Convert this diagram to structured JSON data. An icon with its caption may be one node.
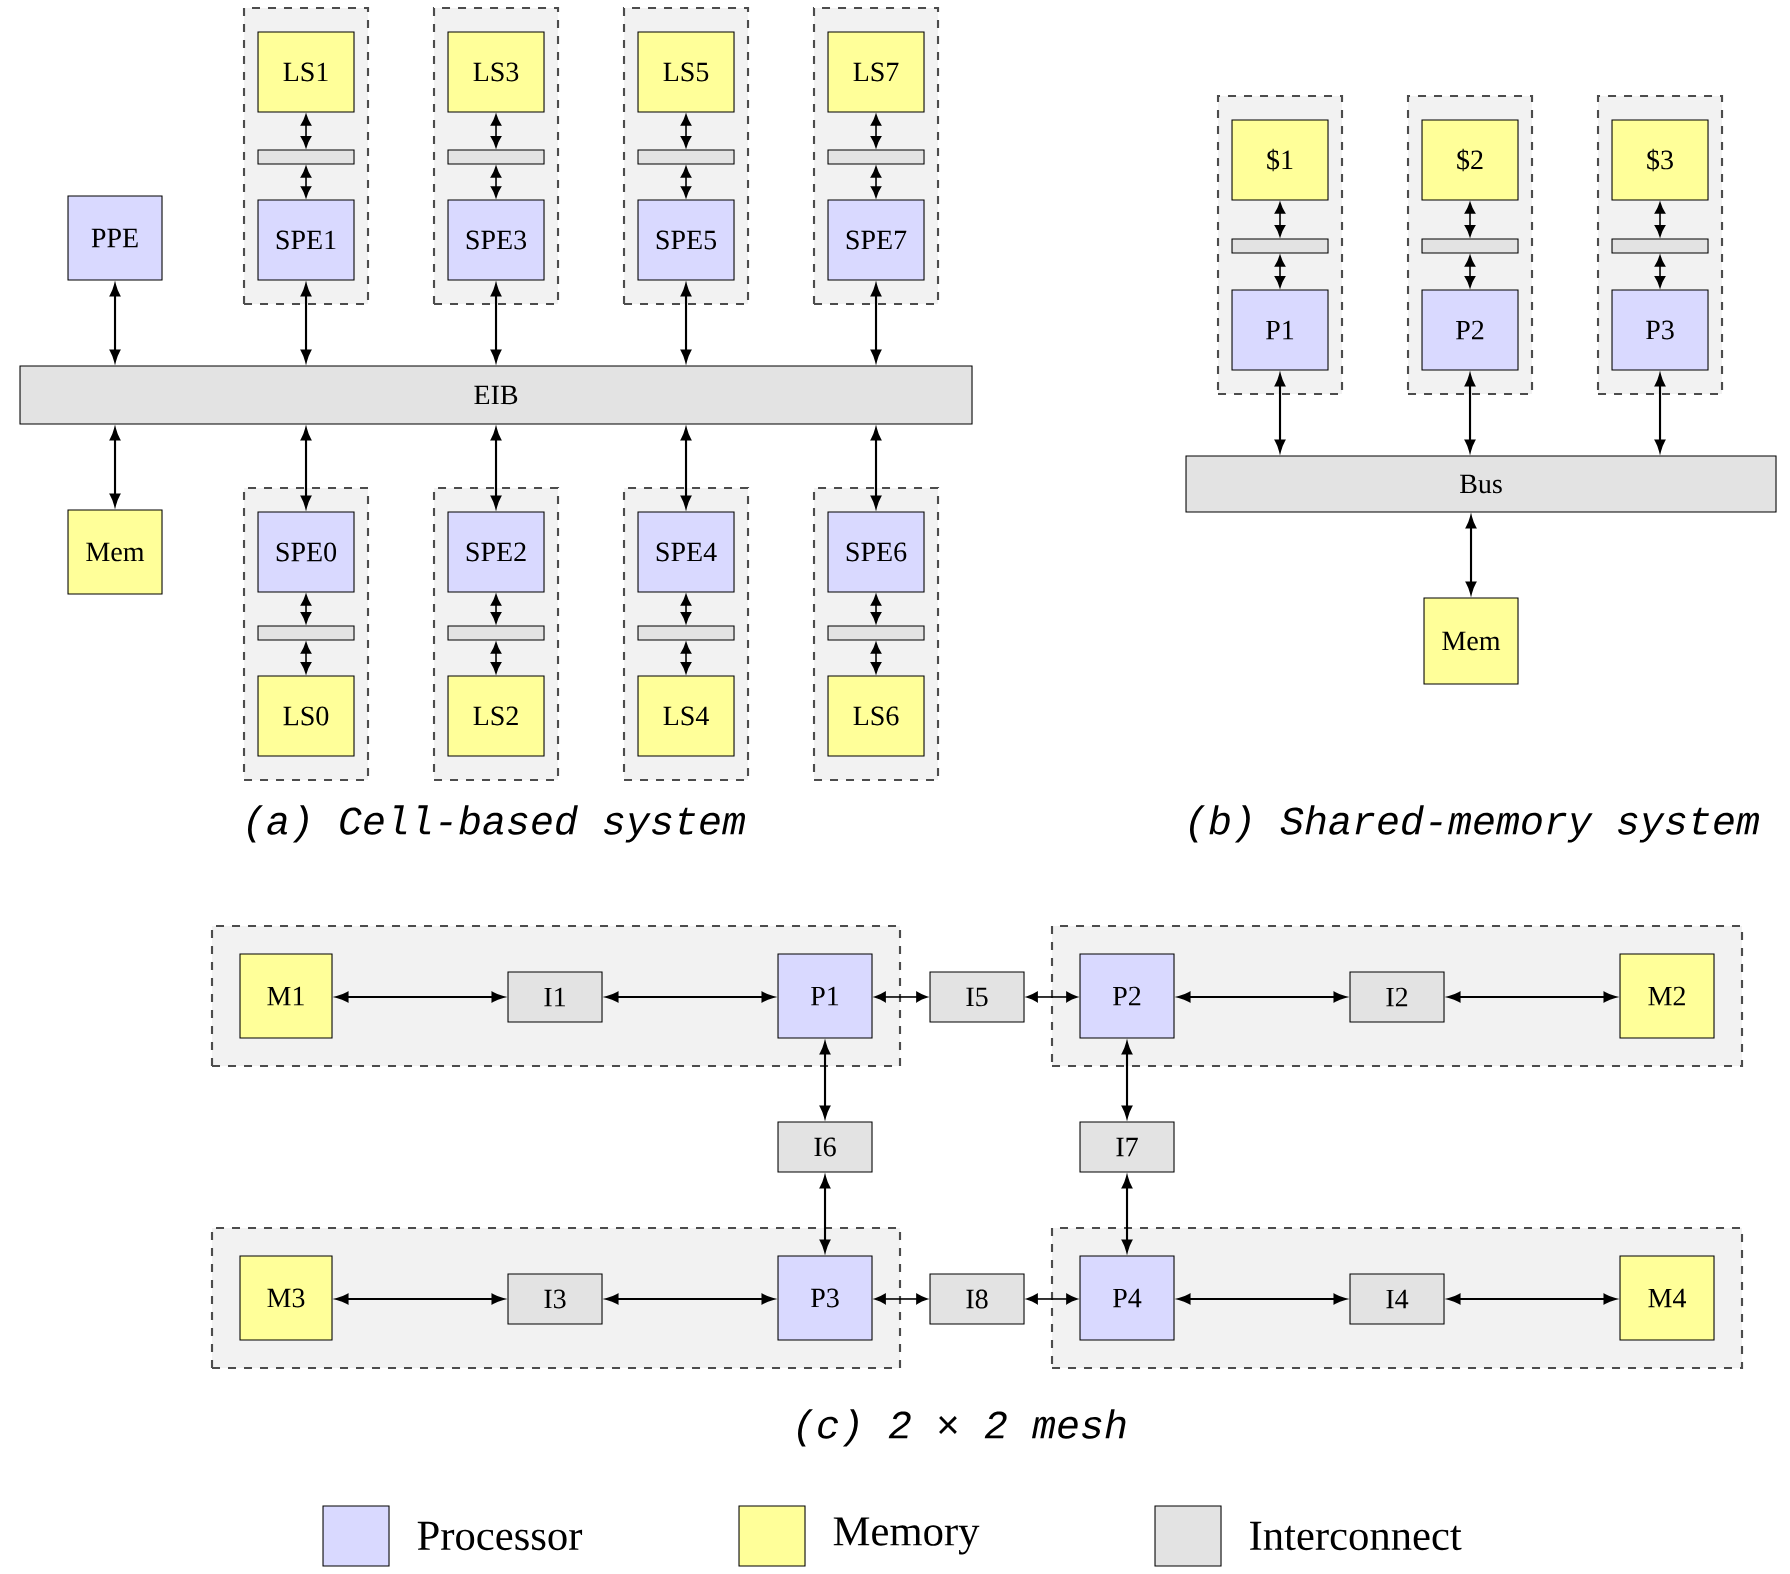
{
  "diagram": {
    "nodes": [
      {
        "text": [
          "PPE"
        ]
      },
      {
        "text": [],
        "shape": "box"
      },
      {
        "text": [
          "LS1"
        ],
        "in": 1
      },
      {
        "text": [],
        "shape": "bar",
        "in": 1
      },
      {
        "text": [
          "SPE1"
        ],
        "in": 1
      },
      {
        "text": [],
        "shape": "box"
      },
      {
        "text": [
          "LS3"
        ],
        "in": 5
      },
      {
        "text": [],
        "shape": "bar",
        "in": 5
      },
      {
        "text": [
          "SPE3"
        ],
        "in": 5
      },
      {
        "text": [],
        "shape": "box"
      },
      {
        "text": [
          "LS5"
        ],
        "in": 9
      },
      {
        "text": [],
        "shape": "bar",
        "in": 9
      },
      {
        "text": [
          "SPE5"
        ],
        "in": 9
      },
      {
        "text": [],
        "shape": "box"
      },
      {
        "text": [
          "LS7"
        ],
        "in": 13
      },
      {
        "text": [],
        "shape": "bar",
        "in": 13
      },
      {
        "text": [
          "SPE7"
        ],
        "in": 13
      },
      {
        "text": [
          "EIB"
        ]
      },
      {
        "text": [
          "Mem"
        ]
      },
      {
        "text": [],
        "shape": "box"
      },
      {
        "text": [
          "SPE0"
        ],
        "in": 19
      },
      {
        "text": [],
        "shape": "bar",
        "in": 19
      },
      {
        "text": [
          "LS0"
        ],
        "in": 19
      },
      {
        "text": [],
        "shape": "box"
      },
      {
        "text": [
          "SPE2"
        ],
        "in": 23
      },
      {
        "text": [],
        "shape": "bar",
        "in": 23
      },
      {
        "text": [
          "LS2"
        ],
        "in": 23
      },
      {
        "text": [],
        "shape": "box"
      },
      {
        "text": [
          "SPE4"
        ],
        "in": 27
      },
      {
        "text": [],
        "shape": "bar",
        "in": 27
      },
      {
        "text": [
          "LS4"
        ],
        "in": 27
      },
      {
        "text": [],
        "shape": "box"
      },
      {
        "text": [
          "SPE6"
        ],
        "in": 31
      },
      {
        "text": [],
        "shape": "bar",
        "in": 31
      },
      {
        "text": [
          "LS6"
        ],
        "in": 31
      },
      {
        "text": [],
        "shape": "box"
      },
      {
        "text": [
          "$1"
        ],
        "in": 35
      },
      {
        "text": [],
        "shape": "bar",
        "in": 35
      },
      {
        "text": [
          "P1"
        ],
        "in": 35
      },
      {
        "text": [],
        "shape": "box"
      },
      {
        "text": [
          "$2"
        ],
        "in": 39
      },
      {
        "text": [],
        "shape": "bar",
        "in": 39
      },
      {
        "text": [
          "P2"
        ],
        "in": 39
      },
      {
        "text": [],
        "shape": "box"
      },
      {
        "text": [
          "$3"
        ],
        "in": 43
      },
      {
        "text": [],
        "shape": "bar",
        "in": 43
      },
      {
        "text": [
          "P3"
        ],
        "in": 43
      },
      {
        "text": [
          "Bus"
        ]
      },
      {
        "text": [
          "Mem"
        ]
      },
      {
        "text": [],
        "shape": "box"
      },
      {
        "text": [
          "M1"
        ],
        "in": 49
      },
      {
        "text": [
          "I1"
        ],
        "in": 49
      },
      {
        "text": [
          "P1"
        ],
        "in": 49
      },
      {
        "text": [
          "I5"
        ]
      },
      {
        "text": [],
        "shape": "box"
      },
      {
        "text": [
          "P2"
        ],
        "in": 54
      },
      {
        "text": [
          "I2"
        ],
        "in": 54
      },
      {
        "text": [
          "M2"
        ],
        "in": 54
      },
      {
        "text": [
          "I6"
        ]
      },
      {
        "text": [
          "I7"
        ]
      },
      {
        "text": [],
        "shape": "box"
      },
      {
        "text": [
          "M3"
        ],
        "in": 60
      },
      {
        "text": [
          "I3"
        ],
        "in": 60
      },
      {
        "text": [
          "P3"
        ],
        "in": 60
      },
      {
        "text": [
          "I8"
        ]
      },
      {
        "text": [],
        "shape": "box"
      },
      {
        "text": [
          "P4"
        ],
        "in": 65
      },
      {
        "text": [
          "I4"
        ],
        "in": 65
      },
      {
        "text": [
          "M4"
        ],
        "in": 65
      }
    ],
    "edges": [
      {
        "from": 0,
        "to": 17,
        "arrow": "both"
      },
      {
        "from": 2,
        "to": 3,
        "arrow": "both"
      },
      {
        "from": 3,
        "to": 4,
        "arrow": "both"
      },
      {
        "from": 4,
        "to": 17,
        "arrow": "both"
      },
      {
        "from": 6,
        "to": 7,
        "arrow": "both"
      },
      {
        "from": 7,
        "to": 8,
        "arrow": "both"
      },
      {
        "from": 8,
        "to": 17,
        "arrow": "both"
      },
      {
        "from": 10,
        "to": 11,
        "arrow": "both"
      },
      {
        "from": 11,
        "to": 12,
        "arrow": "both"
      },
      {
        "from": 12,
        "to": 17,
        "arrow": "both"
      },
      {
        "from": 14,
        "to": 15,
        "arrow": "both"
      },
      {
        "from": 15,
        "to": 16,
        "arrow": "both"
      },
      {
        "from": 16,
        "to": 17,
        "arrow": "both"
      },
      {
        "from": 17,
        "to": 18,
        "arrow": "both"
      },
      {
        "from": 17,
        "to": 20,
        "arrow": "both"
      },
      {
        "from": 20,
        "to": 21,
        "arrow": "both"
      },
      {
        "from": 21,
        "to": 22,
        "arrow": "both"
      },
      {
        "from": 17,
        "to": 24,
        "arrow": "both"
      },
      {
        "from": 24,
        "to": 25,
        "arrow": "both"
      },
      {
        "from": 25,
        "to": 26,
        "arrow": "both"
      },
      {
        "from": 17,
        "to": 28,
        "arrow": "both"
      },
      {
        "from": 28,
        "to": 29,
        "arrow": "both"
      },
      {
        "from": 29,
        "to": 30,
        "arrow": "both"
      },
      {
        "from": 17,
        "to": 32,
        "arrow": "both"
      },
      {
        "from": 32,
        "to": 33,
        "arrow": "both"
      },
      {
        "from": 33,
        "to": 34,
        "arrow": "both"
      },
      {
        "from": 36,
        "to": 37,
        "arrow": "both"
      },
      {
        "from": 37,
        "to": 38,
        "arrow": "both"
      },
      {
        "from": 38,
        "to": 47,
        "arrow": "both"
      },
      {
        "from": 40,
        "to": 41,
        "arrow": "both"
      },
      {
        "from": 41,
        "to": 42,
        "arrow": "both"
      },
      {
        "from": 42,
        "to": 47,
        "arrow": "both"
      },
      {
        "from": 44,
        "to": 45,
        "arrow": "both"
      },
      {
        "from": 45,
        "to": 46,
        "arrow": "both"
      },
      {
        "from": 46,
        "to": 47,
        "arrow": "both"
      },
      {
        "from": 47,
        "to": 48,
        "arrow": "both"
      },
      {
        "from": 50,
        "to": 51,
        "arrow": "both"
      },
      {
        "from": 51,
        "to": 52,
        "arrow": "both"
      },
      {
        "from": 52,
        "to": 53,
        "arrow": "both"
      },
      {
        "from": 53,
        "to": 55,
        "arrow": "both"
      },
      {
        "from": 55,
        "to": 56,
        "arrow": "both"
      },
      {
        "from": 56,
        "to": 57,
        "arrow": "both"
      },
      {
        "from": 52,
        "to": 58,
        "arrow": "both"
      },
      {
        "from": 58,
        "to": 63,
        "arrow": "both"
      },
      {
        "from": 55,
        "to": 59,
        "arrow": "both"
      },
      {
        "from": 59,
        "to": 66,
        "arrow": "both"
      },
      {
        "from": 61,
        "to": 62,
        "arrow": "both"
      },
      {
        "from": 62,
        "to": 63,
        "arrow": "both"
      },
      {
        "from": 63,
        "to": 64,
        "arrow": "both"
      },
      {
        "from": 64,
        "to": 66,
        "arrow": "both"
      },
      {
        "from": 66,
        "to": 67,
        "arrow": "both"
      },
      {
        "from": 67,
        "to": 68,
        "arrow": "both"
      }
    ],
    "labels": [
      "(a) Cell-based system",
      "(b) Shared-memory system",
      "(c) 2 × 2 mesh"
    ],
    "legend": [
      {
        "text": "Processor",
        "color": "#d9d9ff"
      },
      {
        "text": "Memory",
        "color": "#ffff99"
      },
      {
        "text": "Interconnect",
        "color": "#e3e3e3"
      }
    ]
  }
}
